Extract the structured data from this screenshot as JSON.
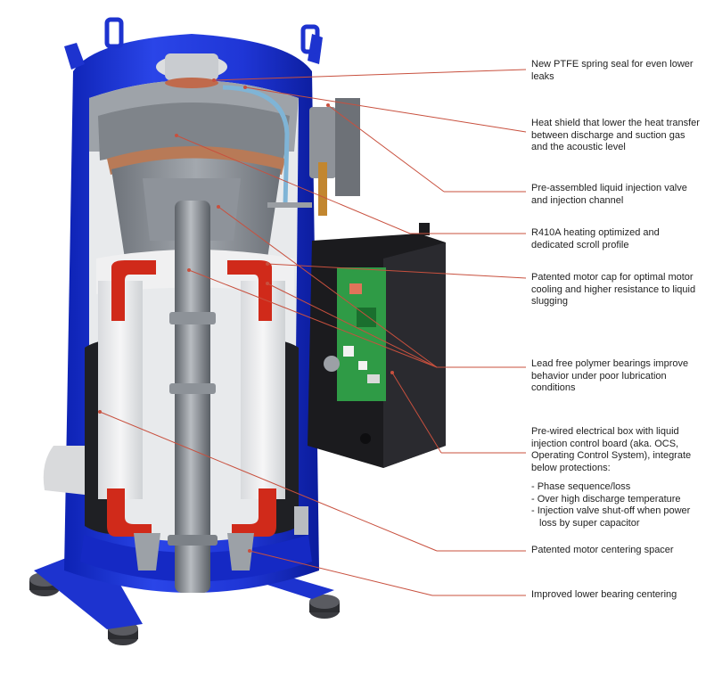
{
  "colors": {
    "shell": "#1f36d6",
    "shell_dark": "#0b1c9c",
    "internal_gray": "#8a8f96",
    "motor_red": "#d02a1a",
    "box_black": "#1b1b1e",
    "board_green": "#2f9b46",
    "leader": "#c8503e",
    "text": "#222222"
  },
  "callouts": [
    {
      "text": "New PTFE spring seal for even lower leaks"
    },
    {
      "text": "Heat shield that lower the heat transfer between discharge and suction gas and the acoustic level"
    },
    {
      "text": "Pre-assembled liquid injection valve and injection channel"
    },
    {
      "text": "R410A heating optimized and dedicated scroll profile"
    },
    {
      "text": "Patented motor cap for optimal motor cooling and higher resistance to liquid slugging"
    },
    {
      "text": "Lead free polymer bearings improve behavior under poor lubrication conditions"
    },
    {
      "text": "Pre-wired electrical box with liquid injection control board (aka. OCS, Operating Control System), integrate below protections:",
      "bullets": [
        "- Phase sequence/loss",
        "- Over high discharge temperature",
        "- Injection valve shut-off when power loss by super capacitor"
      ]
    },
    {
      "text": "Patented motor centering spacer"
    },
    {
      "text": "Improved lower bearing centering"
    }
  ]
}
